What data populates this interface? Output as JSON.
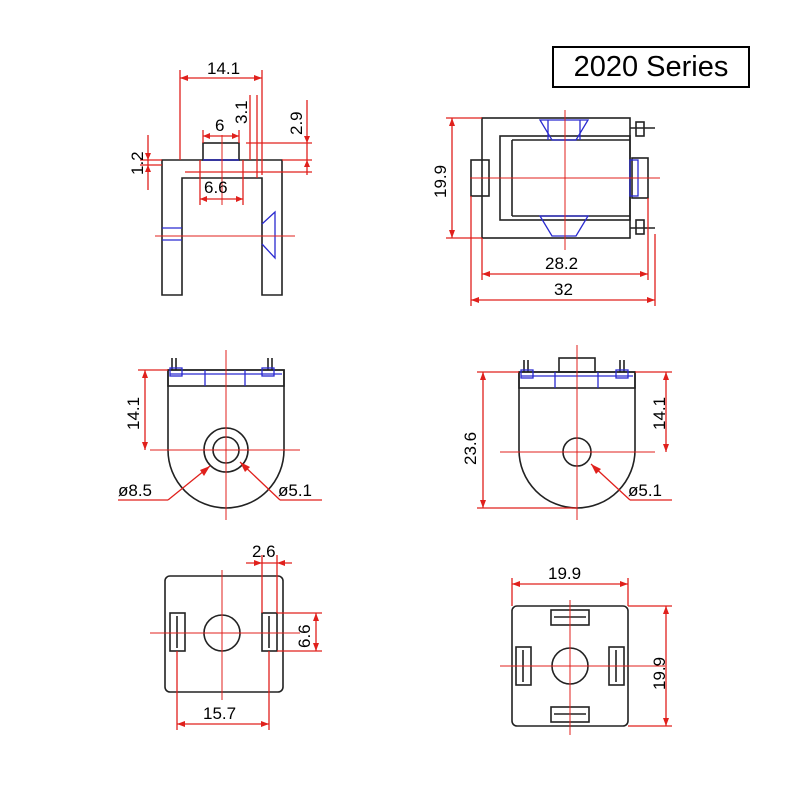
{
  "title": "2020 Series",
  "views": {
    "top_left": {
      "width": "14.1",
      "inner": "6",
      "slot": "3.1",
      "height": "2.9",
      "thickness": "1.2",
      "gap": "6.6"
    },
    "top_right": {
      "height": "19.9",
      "length_inner": "28.2",
      "length_total": "32"
    },
    "mid_left": {
      "height": "14.1",
      "dia_outer": "ø8.5",
      "dia_hole": "ø5.1"
    },
    "mid_right": {
      "height_total": "23.6",
      "height": "14.1",
      "dia_hole": "ø5.1"
    },
    "bottom_left": {
      "slot_width": "2.6",
      "slot_length": "6.6",
      "spacing": "15.7"
    },
    "bottom_right": {
      "width": "19.9",
      "height": "19.9"
    }
  },
  "colors": {
    "dimension": "#e0201c",
    "outline": "#222222",
    "hidden": "#2a2ad0"
  }
}
